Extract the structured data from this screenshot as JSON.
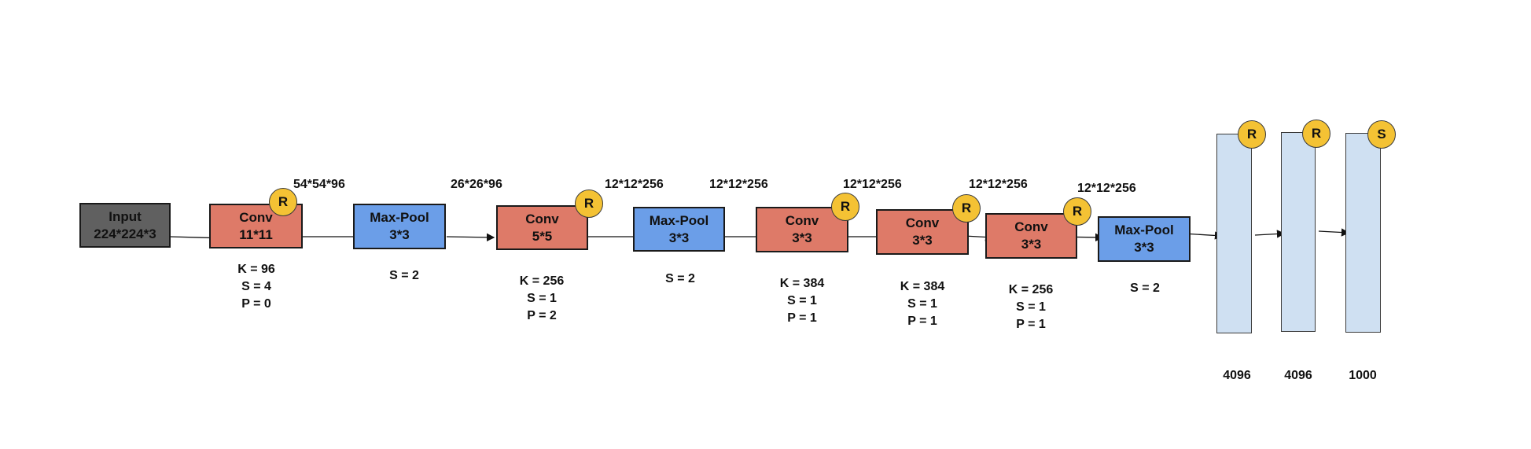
{
  "input": {
    "title": "Input",
    "size": "224*224*3"
  },
  "layers": [
    {
      "kind": "conv",
      "title": "Conv",
      "kernel": "11*11",
      "badge": "R",
      "out": "54*54*96",
      "params": [
        "K = 96",
        "S = 4",
        "P = 0"
      ]
    },
    {
      "kind": "pool",
      "title": "Max-Pool",
      "kernel": "3*3",
      "badge": "",
      "out": "26*26*96",
      "params": [
        "S = 2"
      ]
    },
    {
      "kind": "conv",
      "title": "Conv",
      "kernel": "5*5",
      "badge": "R",
      "out": "12*12*256",
      "params": [
        "K = 256",
        "S = 1",
        "P = 2"
      ]
    },
    {
      "kind": "pool",
      "title": "Max-Pool",
      "kernel": "3*3",
      "badge": "",
      "out": "12*12*256",
      "params": [
        "S = 2"
      ]
    },
    {
      "kind": "conv",
      "title": "Conv",
      "kernel": "3*3",
      "badge": "R",
      "out": "12*12*256",
      "params": [
        "K = 384",
        "S = 1",
        "P = 1"
      ]
    },
    {
      "kind": "conv",
      "title": "Conv",
      "kernel": "3*3",
      "badge": "R",
      "out": "12*12*256",
      "params": [
        "K = 384",
        "S = 1",
        "P = 1"
      ]
    },
    {
      "kind": "conv",
      "title": "Conv",
      "kernel": "3*3",
      "badge": "R",
      "out": "12*12*256",
      "params": [
        "K = 256",
        "S = 1",
        "P = 1"
      ]
    },
    {
      "kind": "pool",
      "title": "Max-Pool",
      "kernel": "3*3",
      "badge": "",
      "out": "",
      "params": [
        "S = 2"
      ]
    }
  ],
  "fc": [
    {
      "badge": "R",
      "units": "4096"
    },
    {
      "badge": "R",
      "units": "4096"
    },
    {
      "badge": "S",
      "units": "1000"
    }
  ],
  "colors": {
    "input": "#606060",
    "conv": "#de7a68",
    "pool": "#6b9ee8",
    "fc": "#cfe0f2",
    "badge": "#f4c234"
  }
}
